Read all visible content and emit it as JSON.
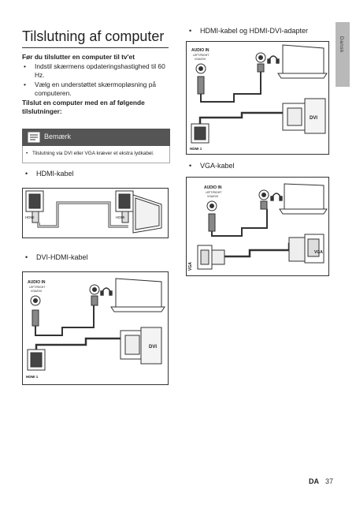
{
  "page": {
    "title": "Tilslutning af computer",
    "intro": "Før du tilslutter en computer til tv'et",
    "steps": [
      "Indstil skærmens opdateringshastighed til 60 Hz.",
      "Vælg en understøttet skærmopløsning på computeren."
    ],
    "connect_intro": "Tilslut en computer med en af følgende tilslutninger:",
    "note": {
      "label": "Bemærk",
      "text": "Tilslutning via DVI eller VGA kræver et ekstra lydkabel.",
      "icon": "note-icon"
    },
    "options": {
      "hdmi_cable": "HDMI-kabel",
      "dvi_hdmi_cable": "DVI-HDMI-kabel",
      "hdmi_dvi_adapter": "HDMI-kabel og HDMI-DVI-adapter",
      "vga_cable": "VGA-kabel"
    },
    "side_tab": "Dansk",
    "footer": {
      "lang": "DA",
      "page_number": "37"
    }
  },
  "figures": {
    "audio_in_lines": [
      "AUDIO IN",
      "LEFT/RIGHT",
      "VGA/DVI"
    ],
    "hdmi": "HDMI",
    "hdmi_1": "HDMI 1",
    "dvi": "DVI",
    "vga": "VGA"
  },
  "colors": {
    "accent": "#555555",
    "tab": "#b9b9b9",
    "line": "#333333"
  }
}
